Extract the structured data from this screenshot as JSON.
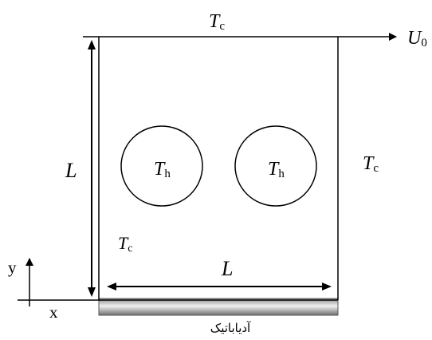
{
  "diagram": {
    "labels": {
      "top_temp_symbol": "T",
      "top_temp_sub": "c",
      "velocity_symbol": "U",
      "velocity_sub": "0",
      "right_temp_symbol": "T",
      "right_temp_sub": "c",
      "left_temp_symbol": "T",
      "left_temp_sub": "c",
      "height_label": "L",
      "width_label": "L",
      "left_cylinder_symbol": "T",
      "left_cylinder_sub": "h",
      "right_cylinder_symbol": "T",
      "right_cylinder_sub": "h",
      "y_axis": "y",
      "x_axis": "x",
      "bottom_wall": "آدیاباتیک"
    },
    "colors": {
      "stroke": "#000000",
      "wall_dark": "#7a7a7a",
      "wall_light": "#ececec"
    }
  }
}
